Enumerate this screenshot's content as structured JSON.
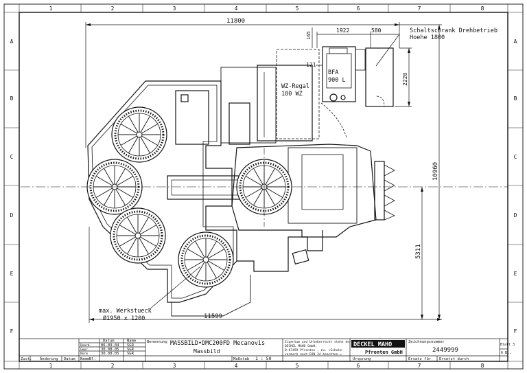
{
  "border": {
    "columns": [
      "1",
      "2",
      "3",
      "4",
      "5",
      "6",
      "7",
      "8"
    ],
    "rows": [
      "A",
      "B",
      "C",
      "D",
      "E",
      "F"
    ]
  },
  "dimensions": {
    "overall_width": "11800",
    "bottom_width": "11599",
    "height_total": "10960",
    "height_lower": "5311",
    "d165": "165",
    "d1922": "1922",
    "d580": "580",
    "d2220": "2220",
    "d121": "121"
  },
  "labels": {
    "cabinet": [
      "Schaltschrank Drehbetrieb",
      "Hoehe 1800"
    ],
    "bfa": [
      "BFA",
      "900 L"
    ],
    "wz_regal": [
      "WZ-Regal",
      "180 WZ"
    ],
    "workpiece": [
      "max. Werkstueck",
      "Ø1950 x 1200"
    ]
  },
  "title_block": {
    "hdr_datum": "Datum",
    "hdr_name": "Name",
    "rev_rows": [
      {
        "label": "Bearb.",
        "date": "06.09.04",
        "name": "SGR"
      },
      {
        "label": "Gepr.",
        "date": "30.08.05",
        "name": "SGR"
      },
      {
        "label": "Norm",
        "date": "30.08.05",
        "name": "SGR"
      }
    ],
    "bottom_headers": [
      "Zust.",
      "Änderung",
      "Datum",
      "Name",
      "Bl."
    ],
    "benennung_label": "Benennung",
    "title1": "MASSBILD•DMC200FD Mecanovis",
    "title2": "Massbild",
    "scale_label": "Maßstab",
    "scale": "1 : 50",
    "legal": [
      "Eigentum und Urheberrecht steht der",
      "DECKEL MAHO GmbH,",
      "D-87459 Pfronten , zu. »Schutz-",
      "vermerk nach DIN 34 beachten.«"
    ],
    "company": "DECKEL MAHO",
    "company_sub": "Pfronten GmbH",
    "zeichnung_label": "Zeichnungsnummer",
    "drawing_no": "2449999",
    "blatt": "Blatt 3",
    "sheets": "6 Bl.",
    "ursprung": "Ursprung",
    "ersatz_fuer": "Ersatz für",
    "ersetzt_durch": "Ersetzt durch"
  }
}
